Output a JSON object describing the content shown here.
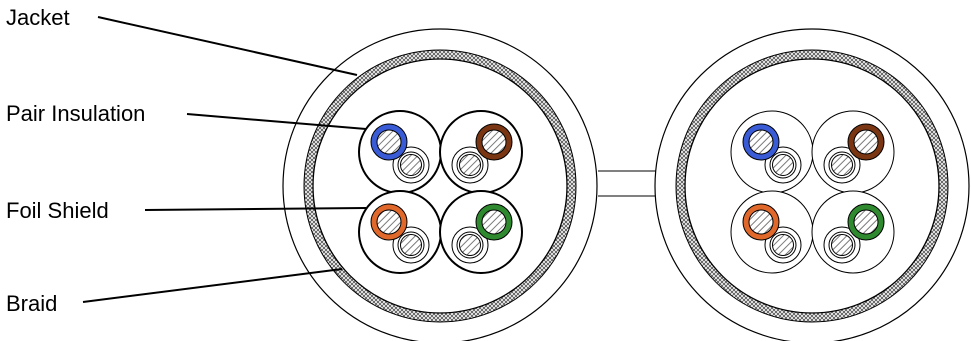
{
  "labels": {
    "jacket": "Jacket",
    "pair_insulation": "Pair Insulation",
    "foil_shield": "Foil Shield",
    "braid": "Braid"
  },
  "colors": {
    "outline": "#000000",
    "blue": "#3a5bd6",
    "brown": "#7a3612",
    "orange": "#e0682a",
    "green": "#2f8a2f",
    "hatch": "#7a7a7a",
    "braid_fill": "#bdbdbd"
  },
  "pairs": [
    {
      "position": "top-left",
      "color_name": "blue"
    },
    {
      "position": "top-right",
      "color_name": "brown"
    },
    {
      "position": "bottom-left",
      "color_name": "orange"
    },
    {
      "position": "bottom-right",
      "color_name": "green"
    }
  ],
  "cables": [
    "left-cable",
    "right-cable"
  ]
}
